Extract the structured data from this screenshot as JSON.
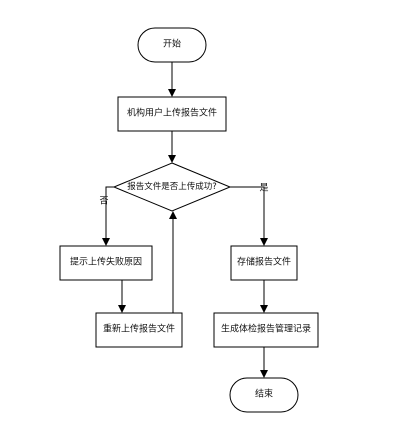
{
  "nodes": {
    "start": "开始",
    "upload": "机构用户上传报告文件",
    "decision": "报告文件是否上传成功?",
    "fail_reason": "提示上传失败原因",
    "reupload": "重新上传报告文件",
    "store": "存储报告文件",
    "record": "生成体检报告管理记录",
    "end": "结束"
  },
  "edges": {
    "no": "否",
    "yes": "是"
  },
  "colors": {
    "stroke": "#000000",
    "fill": "#ffffff"
  }
}
